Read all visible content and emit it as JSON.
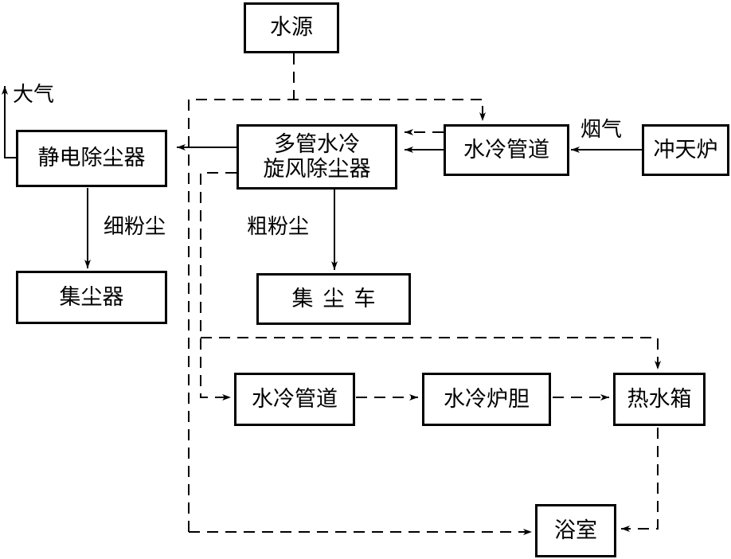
{
  "nodes": {
    "water_source": "水源",
    "esp": "静电除尘器",
    "cyclone": "多管水冷\n旋风除尘器",
    "cooling_pipe_top": "水冷管道",
    "cupola": "冲天炉",
    "dust_collector": "集尘器",
    "dust_cart": "集尘车",
    "cooling_pipe_bottom": "水冷管道",
    "cooled_furnace_liner": "水冷炉胆",
    "hot_water_tank": "热水箱",
    "bathroom": "浴室"
  },
  "labels": {
    "atmosphere": "大气",
    "flue_gas": "烟气",
    "fine_dust": "细粉尘",
    "coarse_dust": "粗粉尘"
  }
}
